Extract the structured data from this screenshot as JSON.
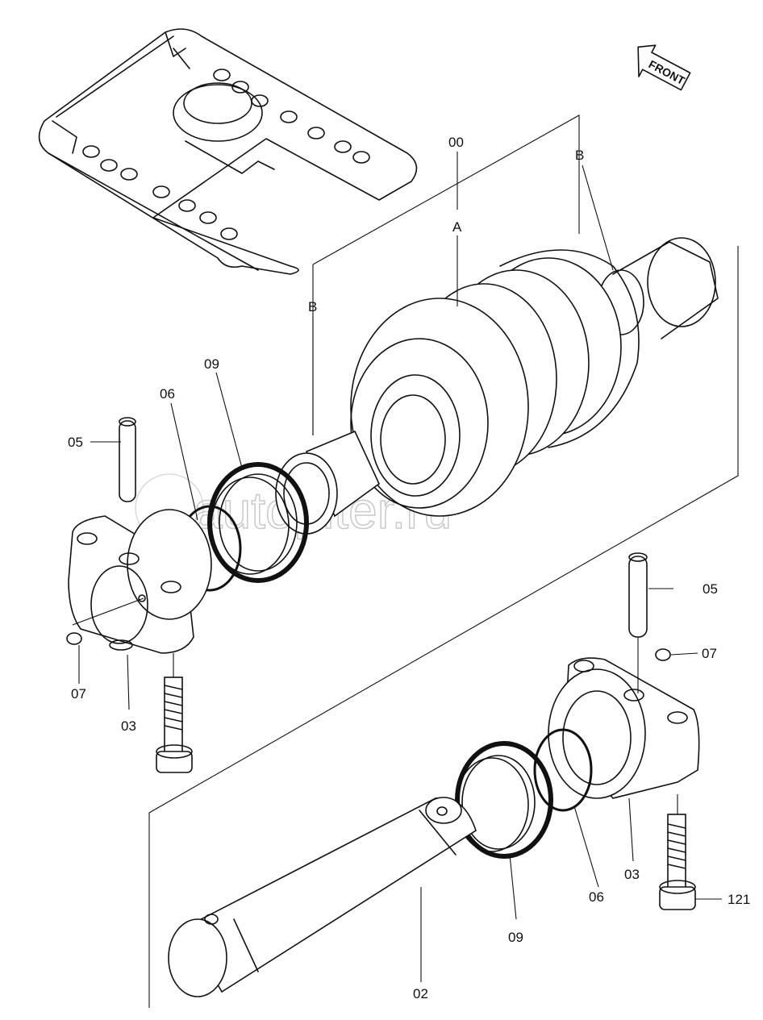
{
  "title": "Lower roller assembly",
  "front_label": "FRONT",
  "watermark": "autopiter.ru",
  "callouts": {
    "assembly": "00",
    "section_a": "A",
    "section_b_left": "B",
    "section_b_right": "B",
    "part_02": "02",
    "part_03_left": "03",
    "part_03_right": "03",
    "part_05_left": "05",
    "part_05_right": "05",
    "part_06_left": "06",
    "part_06_right": "06",
    "part_07_left": "07",
    "part_07_right": "07",
    "part_09_left": "09",
    "part_09_right": "09",
    "part_121": "121"
  }
}
